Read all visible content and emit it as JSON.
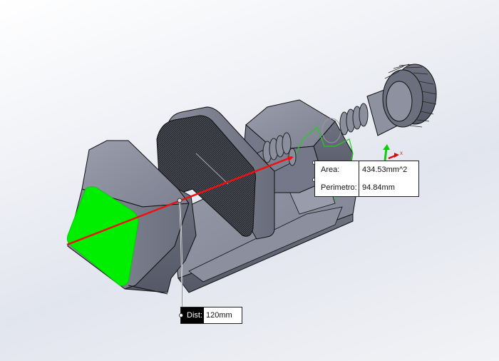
{
  "viewport": {
    "background_top": "#ffffff",
    "background_bottom": "#e2e5ee",
    "model_color": "#7c7f8f",
    "selection_color": "#00ee00",
    "measure_line_color": "#ee1111"
  },
  "measurements": {
    "area_callout": {
      "rows": [
        {
          "label": "Area:",
          "value": "434.53mm^2"
        },
        {
          "label": "Perimetro:",
          "value": "94.84mm"
        }
      ]
    },
    "distance_callout": {
      "label": "Dist:",
      "value": "120mm"
    }
  },
  "triad": {
    "axes": [
      "y-axis-arrow",
      "x-axis-arrow"
    ],
    "x_label": "x"
  }
}
